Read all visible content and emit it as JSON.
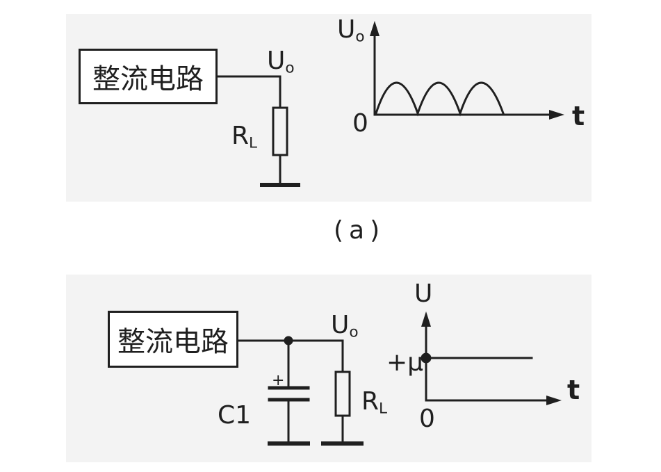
{
  "diagram_a": {
    "block_label": "整流电路",
    "output_label": {
      "main": "U",
      "sub": "o"
    },
    "resistor_label": {
      "main": "R",
      "sub": "L"
    },
    "graph": {
      "y_label": {
        "main": "U",
        "sub": "o"
      },
      "x_label": "t",
      "origin": "0",
      "waveform": "full-wave rectified (3 half-sine humps)"
    },
    "caption": "(a)"
  },
  "diagram_b": {
    "block_label": "整流电路",
    "output_label": {
      "main": "U",
      "sub": "o"
    },
    "capacitor_label": "C1",
    "capacitor_polarity": "+",
    "resistor_label": {
      "main": "R",
      "sub": "L"
    },
    "graph": {
      "y_label": "U",
      "x_label": "t",
      "origin": "0",
      "level_label": "+μ",
      "waveform": "constant DC level"
    }
  },
  "colors": {
    "ink": "#1f1f1f",
    "background": "#ffffff",
    "band": "#f3f3f3"
  }
}
